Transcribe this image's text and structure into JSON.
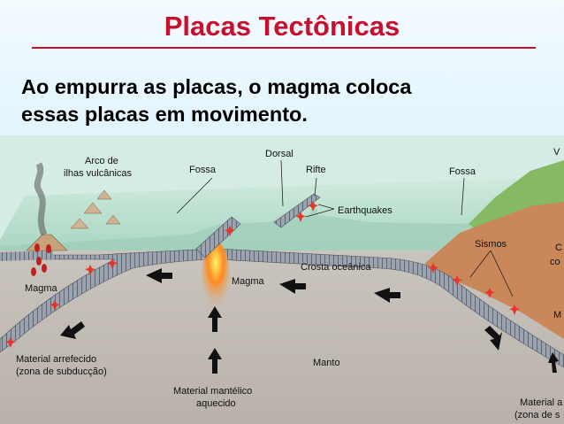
{
  "slide": {
    "title": "Placas Tectônicas",
    "subtitle_line1": "Ao empurra as placas, o magma coloca",
    "subtitle_line2": "essas placas em movimento.",
    "title_color": "#c8102e"
  },
  "diagram": {
    "labels": {
      "arco_line1": "Arco de",
      "arco_line2": "ilhas vulcânicas",
      "fossa_left": "Fossa",
      "dorsal": "Dorsal",
      "rifte": "Rifte",
      "fossa_right": "Fossa",
      "edge_top": "V",
      "earthquakes": "Earthquakes",
      "crosta": "Crosta oceânica",
      "sismos": "Sismos",
      "edge_c": "C",
      "edge_co": "co",
      "magma_left": "Magma",
      "magma_center": "Magma",
      "edge_m": "M",
      "material_arrefecido_line1": "Material arrefecido",
      "material_arrefecido_line2": "(zona de subducção)",
      "manto": "Manto",
      "material_mantelico_line1": "Material mantélico",
      "material_mantelico_line2": "aquecido",
      "edge_material": "Material a",
      "edge_zona": "(zona de s"
    },
    "colors": {
      "ocean_surface": "#b7dfcf",
      "mantle": "#c2bdb6",
      "crust": "#8f99a6",
      "continent_soil": "#c9875a",
      "vegetation": "#7fb45c",
      "quake_star": "#e8352b"
    }
  }
}
